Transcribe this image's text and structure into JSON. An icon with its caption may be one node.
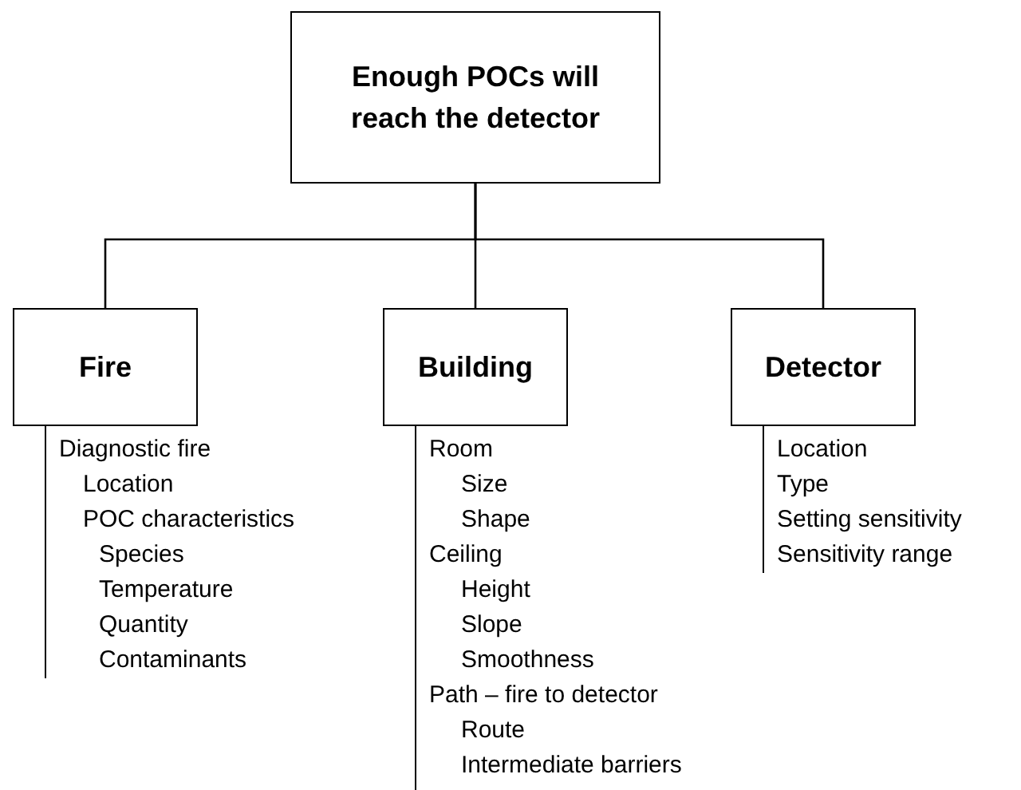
{
  "diagram": {
    "nodes": [
      {
        "text": [
          "Enough POCs will reach the detector"
        ]
      },
      {
        "text": [
          "Fire"
        ],
        "beside": [
          "Diagnostic fire",
          "Location",
          "POC characteristics",
          "Species",
          "Temperature",
          "Quantity",
          "Contaminants"
        ]
      },
      {
        "text": [
          "Building"
        ],
        "beside": [
          "Room",
          "Size",
          "Shape",
          "Ceiling",
          "Height",
          "Slope",
          "Smoothness",
          "Path – fire to detector",
          "Route",
          "Intermediate barriers"
        ]
      },
      {
        "text": [
          "Detector"
        ],
        "beside": [
          "Location",
          "Type",
          "Setting sensitivity",
          "Sensitivity range"
        ]
      }
    ],
    "edges": [
      {
        "from": 0,
        "to": 1,
        "arrow": "none"
      },
      {
        "from": 0,
        "to": 2,
        "arrow": "none"
      },
      {
        "from": 0,
        "to": 3,
        "arrow": "none"
      }
    ]
  }
}
